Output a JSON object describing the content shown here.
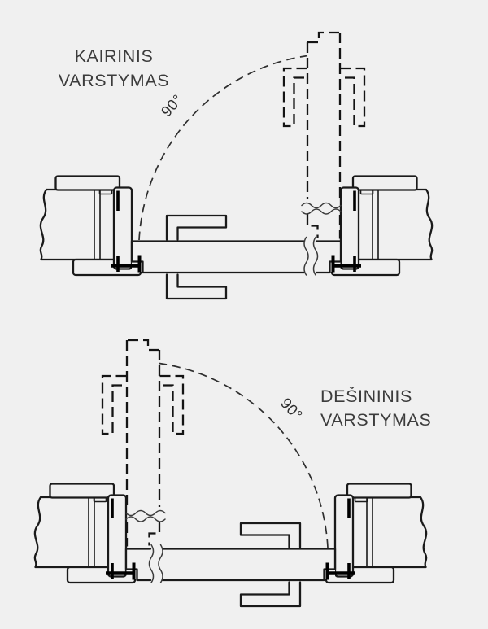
{
  "page": {
    "background_color": "#f0f0f0",
    "line_color": "#1a1a1a",
    "title_color": "#3c3c3c"
  },
  "diagrams": {
    "top": {
      "title_line1": "KAIRINIS",
      "title_line2": "VARSTYMAS",
      "angle_label": "90°"
    },
    "bottom": {
      "title_line1": "DEŠININIS",
      "title_line2": "VARSTYMAS",
      "angle_label": "90°"
    }
  }
}
